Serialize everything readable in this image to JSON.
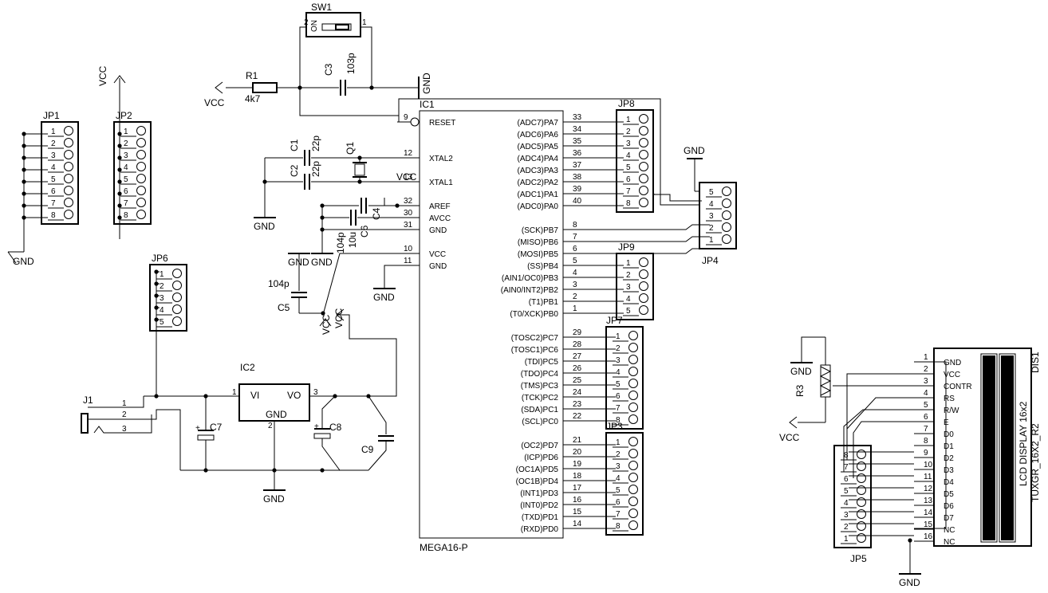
{
  "ic1": {
    "ref": "IC1",
    "part": "MEGA16-P",
    "left_pins": [
      {
        "num": "9",
        "name": "RESET"
      },
      {
        "num": "12",
        "name": "XTAL2"
      },
      {
        "num": "13",
        "name": "XTAL1"
      },
      {
        "num": "32",
        "name": "AREF"
      },
      {
        "num": "30",
        "name": "AVCC"
      },
      {
        "num": "31",
        "name": "GND"
      },
      {
        "num": "10",
        "name": "VCC"
      },
      {
        "num": "11",
        "name": "GND"
      }
    ],
    "right_pins": [
      {
        "num": "33",
        "name": "(ADC7)PA7"
      },
      {
        "num": "34",
        "name": "(ADC6)PA6"
      },
      {
        "num": "35",
        "name": "(ADC5)PA5"
      },
      {
        "num": "36",
        "name": "(ADC4)PA4"
      },
      {
        "num": "37",
        "name": "(ADC3)PA3"
      },
      {
        "num": "38",
        "name": "(ADC2)PA2"
      },
      {
        "num": "39",
        "name": "(ADC1)PA1"
      },
      {
        "num": "40",
        "name": "(ADC0)PA0"
      },
      {
        "num": "8",
        "name": "(SCK)PB7"
      },
      {
        "num": "7",
        "name": "(MISO)PB6"
      },
      {
        "num": "6",
        "name": "(MOSI)PB5"
      },
      {
        "num": "5",
        "name": "(SS)PB4"
      },
      {
        "num": "4",
        "name": "(AIN1/OC0)PB3"
      },
      {
        "num": "3",
        "name": "(AIN0/INT2)PB2"
      },
      {
        "num": "2",
        "name": "(T1)PB1"
      },
      {
        "num": "1",
        "name": "(T0/XCK)PB0"
      },
      {
        "num": "29",
        "name": "(TOSC2)PC7"
      },
      {
        "num": "28",
        "name": "(TOSC1)PC6"
      },
      {
        "num": "27",
        "name": "(TDI)PC5"
      },
      {
        "num": "26",
        "name": "(TDO)PC4"
      },
      {
        "num": "25",
        "name": "(TMS)PC3"
      },
      {
        "num": "24",
        "name": "(TCK)PC2"
      },
      {
        "num": "23",
        "name": "(SDA)PC1"
      },
      {
        "num": "22",
        "name": "(SCL)PC0"
      },
      {
        "num": "21",
        "name": "(OC2)PD7"
      },
      {
        "num": "20",
        "name": "(ICP)PD6"
      },
      {
        "num": "19",
        "name": "(OC1A)PD5"
      },
      {
        "num": "18",
        "name": "(OC1B)PD4"
      },
      {
        "num": "17",
        "name": "(INT1)PD3"
      },
      {
        "num": "16",
        "name": "(INT0)PD2"
      },
      {
        "num": "15",
        "name": "(TXD)PD1"
      },
      {
        "num": "14",
        "name": "(RXD)PD0"
      }
    ]
  },
  "headers": {
    "jp1": {
      "ref": "JP1",
      "pins": [
        "1",
        "2",
        "3",
        "4",
        "5",
        "6",
        "7",
        "8"
      ]
    },
    "jp2": {
      "ref": "JP2",
      "pins": [
        "1",
        "2",
        "3",
        "4",
        "5",
        "6",
        "7",
        "8"
      ]
    },
    "jp6": {
      "ref": "JP6",
      "pins": [
        "1",
        "2",
        "3",
        "4",
        "5"
      ]
    },
    "jp8": {
      "ref": "JP8",
      "pins": [
        "1",
        "2",
        "3",
        "4",
        "5",
        "6",
        "7",
        "8"
      ]
    },
    "jp9": {
      "ref": "JP9",
      "pins": [
        "1",
        "2",
        "3",
        "4",
        "5"
      ]
    },
    "jp7": {
      "ref": "JP7",
      "pins": [
        "1",
        "2",
        "3",
        "4",
        "5",
        "6",
        "7",
        "8"
      ]
    },
    "jp3": {
      "ref": "JP3",
      "pins": [
        "1",
        "2",
        "3",
        "4",
        "5",
        "6",
        "7",
        "8"
      ]
    },
    "jp4": {
      "ref": "JP4",
      "pins": [
        "5",
        "4",
        "3",
        "2",
        "1"
      ]
    },
    "jp5": {
      "ref": "JP5",
      "pins": [
        "8",
        "7",
        "6",
        "5",
        "4",
        "3",
        "2",
        "1"
      ]
    }
  },
  "sw1": {
    "ref": "SW1",
    "pin_left": "2",
    "pin_right": "1",
    "mark": "ON"
  },
  "r1": {
    "ref": "R1",
    "value": "4k7"
  },
  "r3": {
    "ref": "R3"
  },
  "c1": {
    "ref": "C1",
    "value": "22p"
  },
  "c2": {
    "ref": "C2",
    "value": "22p"
  },
  "c3": {
    "ref": "C3",
    "value": "103p"
  },
  "c4": {
    "ref": "C4",
    "value": "104p"
  },
  "c5": {
    "ref": "C5",
    "value": "104p"
  },
  "c6": {
    "ref": "C6",
    "value": "10u"
  },
  "c7": {
    "ref": "C7"
  },
  "c8": {
    "ref": "C8"
  },
  "c9": {
    "ref": "C9"
  },
  "q1": {
    "ref": "Q1"
  },
  "ic2": {
    "ref": "IC2",
    "vi": "VI",
    "vo": "VO",
    "gnd": "GND",
    "pin_vi": "1",
    "pin_vo": "3",
    "pin_gnd": "2"
  },
  "j1": {
    "ref": "J1",
    "pins": [
      "1",
      "2",
      "3"
    ]
  },
  "dis1": {
    "ref": "DIS1",
    "part": "LCD DISPLAY 16x2",
    "package": "TUXGR_16X2_R2",
    "pins": [
      {
        "num": "1",
        "name": "GND"
      },
      {
        "num": "2",
        "name": "VCC"
      },
      {
        "num": "3",
        "name": "CONTR"
      },
      {
        "num": "4",
        "name": "RS"
      },
      {
        "num": "5",
        "name": "R/W"
      },
      {
        "num": "6",
        "name": "E"
      },
      {
        "num": "7",
        "name": "D0"
      },
      {
        "num": "8",
        "name": "D1"
      },
      {
        "num": "9",
        "name": "D2"
      },
      {
        "num": "10",
        "name": "D3"
      },
      {
        "num": "11",
        "name": "D4"
      },
      {
        "num": "12",
        "name": "D5"
      },
      {
        "num": "13",
        "name": "D6"
      },
      {
        "num": "14",
        "name": "D7"
      },
      {
        "num": "15",
        "name": "NC"
      },
      {
        "num": "16",
        "name": "NC"
      }
    ]
  },
  "power": {
    "vcc": "VCC",
    "gnd": "GND"
  }
}
